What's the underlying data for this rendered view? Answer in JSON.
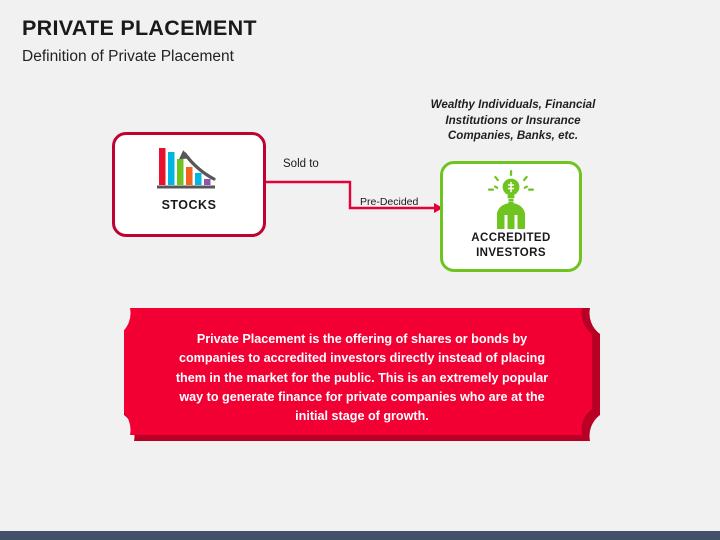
{
  "header": {
    "title": "PRIVATE PLACEMENT",
    "subtitle": "Definition of Private Placement"
  },
  "diagram": {
    "stocks": {
      "label": "STOCKS",
      "icon": "bar-chart-declining-icon"
    },
    "investors": {
      "label": "ACCREDITED INVESTORS",
      "caption": "Wealthy Individuals, Financial Institutions or Insurance Companies, Banks, etc.",
      "icon": "businessman-lightbulb-idea-icon"
    },
    "connector": {
      "label_sold_to": "Sold to",
      "label_pre_decided": "Pre-Decided",
      "arrow_color": "#e4003a"
    }
  },
  "banner": {
    "text": "Private Placement is the offering of shares or bonds by companies to accredited investors directly instead of placing them in the market for the public. This is an extremely popular way to generate finance for private companies who are at the initial stage of growth.",
    "fill_color": "#f20034",
    "shadow_color": "#b90024"
  },
  "colors": {
    "background": "#f1f1f1",
    "brand_red": "#c10230",
    "brand_green": "#6fc420",
    "footer_bar": "#43506a",
    "chart_bars": [
      "#e8112d",
      "#00b5e2",
      "#6fc420",
      "#f4621f",
      "#00b5e2",
      "#8a56b0"
    ],
    "chart_arrow": "#575757"
  },
  "footer": {
    "bar_color": "#43506a"
  }
}
